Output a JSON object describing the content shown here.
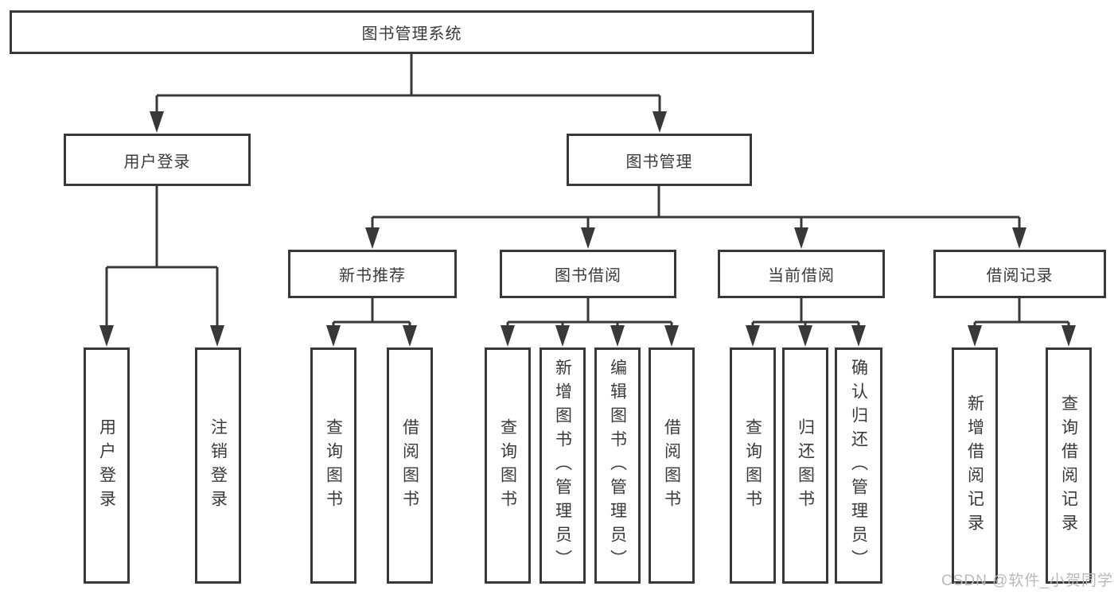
{
  "tree": {
    "root": {
      "label": "图书管理系统",
      "children": [
        {
          "label": "用户登录",
          "children": [
            {
              "label": "用户登录"
            },
            {
              "label": "注销登录"
            }
          ]
        },
        {
          "label": "图书管理",
          "children": [
            {
              "label": "新书推荐",
              "children": [
                {
                  "label": "查询图书"
                },
                {
                  "label": "借阅图书"
                }
              ]
            },
            {
              "label": "图书借阅",
              "children": [
                {
                  "label": "查询图书"
                },
                {
                  "label": "新增图书（管理员）"
                },
                {
                  "label": "编辑图书（管理员）"
                },
                {
                  "label": "借阅图书"
                }
              ]
            },
            {
              "label": "当前借阅",
              "children": [
                {
                  "label": "查询图书"
                },
                {
                  "label": "归还图书"
                },
                {
                  "label": "确认归还（管理员）"
                }
              ]
            },
            {
              "label": "借阅记录",
              "children": [
                {
                  "label": "新增借阅记录"
                },
                {
                  "label": "查询借阅记录"
                }
              ]
            }
          ]
        }
      ]
    }
  },
  "watermark": "CSDN @软件_小贺同学",
  "colors": {
    "line": "#383838",
    "text": "#3a3a3a",
    "watermark": "#b9b9b9",
    "background": "#ffffff"
  }
}
